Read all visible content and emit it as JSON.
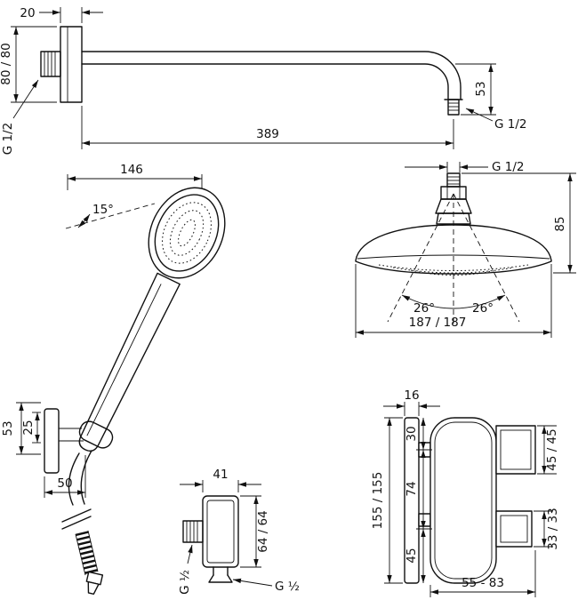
{
  "drawing": {
    "shower_arm": {
      "plate_width": "20",
      "plate_height": "80 / 80",
      "wall_thread": "G 1/2",
      "length": "389",
      "drop": "53",
      "outlet_thread": "G 1/2"
    },
    "overhead_shower": {
      "connector_thread": "G 1/2",
      "height": "85",
      "swivel_angle_left": "26°",
      "swivel_angle_right": "26°",
      "diameter": "187 / 187"
    },
    "hand_shower": {
      "length": "146",
      "head_angle": "15°",
      "holder_height": "53",
      "holder_depth": "25",
      "holder_width": "50"
    },
    "wall_outlet": {
      "width": "41",
      "height": "64 / 64",
      "side_thread": "G ½",
      "bottom_thread": "G ½"
    },
    "thermostat": {
      "depth": "16",
      "height": "155 / 155",
      "top_handle_offset": "30",
      "handle_spacing": "74",
      "bottom_offset": "45",
      "top_handle_size": "45 / 45",
      "bottom_handle_size": "33 / 33",
      "projection": "55 - 83"
    }
  }
}
